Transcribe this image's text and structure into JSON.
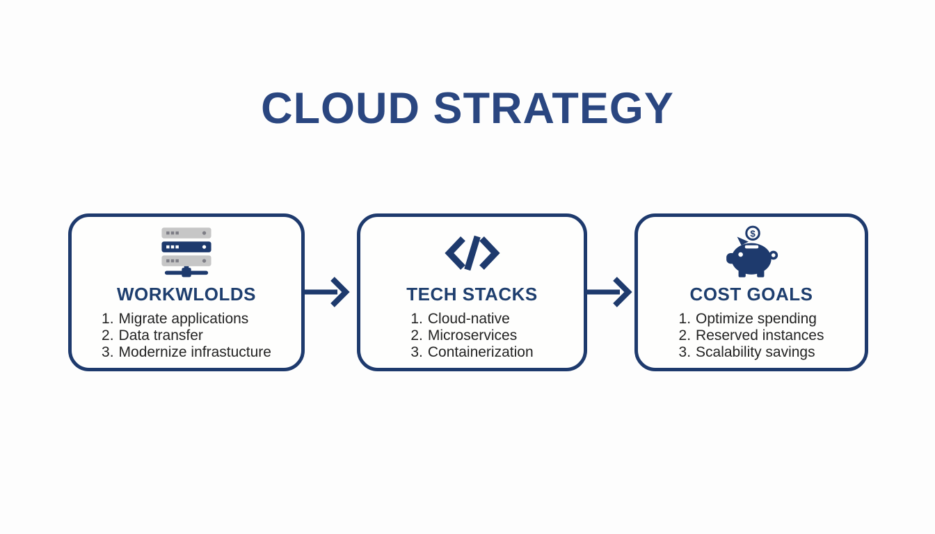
{
  "title": "CLOUD STRATEGY",
  "colors": {
    "bg": "#fdfdfd",
    "box_bg": "#fefefd",
    "navy": "#1e3a6d",
    "title_navy": "#2a4680",
    "heading_navy": "#1e3e6e",
    "text": "#222222",
    "gray": "#c6c6c6",
    "gray_dot": "#7e7e86"
  },
  "boxes": [
    {
      "icon": "server-icon",
      "title": "WORKWLOLDS",
      "items": [
        {
          "num": "1.",
          "text": "Migrate applications"
        },
        {
          "num": "2.",
          "text": "Data transfer"
        },
        {
          "num": "3.",
          "text": "Modernize infrastucture"
        }
      ]
    },
    {
      "icon": "code-icon",
      "title": "TECH STACKS",
      "items": [
        {
          "num": "1.",
          "text": "Cloud-native"
        },
        {
          "num": "2.",
          "text": "Microservices"
        },
        {
          "num": "3.",
          "text": "Containerization"
        }
      ]
    },
    {
      "icon": "piggy-bank-icon",
      "title": "COST GOALS",
      "items": [
        {
          "num": "1.",
          "text": "Optimize spending"
        },
        {
          "num": "2.",
          "text": "Reserved instances"
        },
        {
          "num": "3.",
          "text": "Scalability savings"
        }
      ]
    }
  ],
  "connectors": [
    {
      "type": "arrow-right"
    },
    {
      "type": "arrow-right"
    }
  ]
}
